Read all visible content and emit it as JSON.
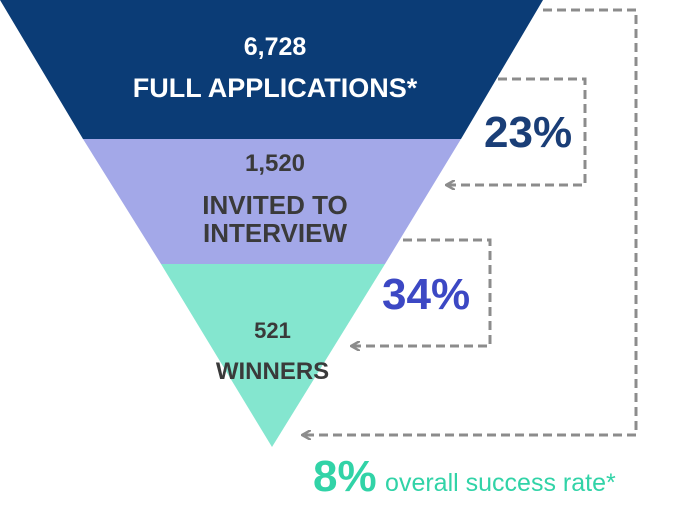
{
  "colors": {
    "stage_1": "#0b3c76",
    "stage_2": "#a3a8e8",
    "stage_3": "#84e6cf",
    "rate_1": "#1a3e77",
    "rate_2": "#3c48c4",
    "overall": "#31d3a7",
    "connector": "#8c8c8c"
  },
  "funnel": {
    "stages": [
      {
        "value": "6,728",
        "label": "FULL APPLICATIONS*"
      },
      {
        "value": "1,520",
        "label": "INVITED TO INTERVIEW"
      },
      {
        "value": "521",
        "label": "WINNERS"
      }
    ]
  },
  "rates": {
    "stage_1_to_2": "23%",
    "stage_2_to_3": "34%"
  },
  "overall": {
    "percent": "8%",
    "caption": "overall success rate*"
  }
}
